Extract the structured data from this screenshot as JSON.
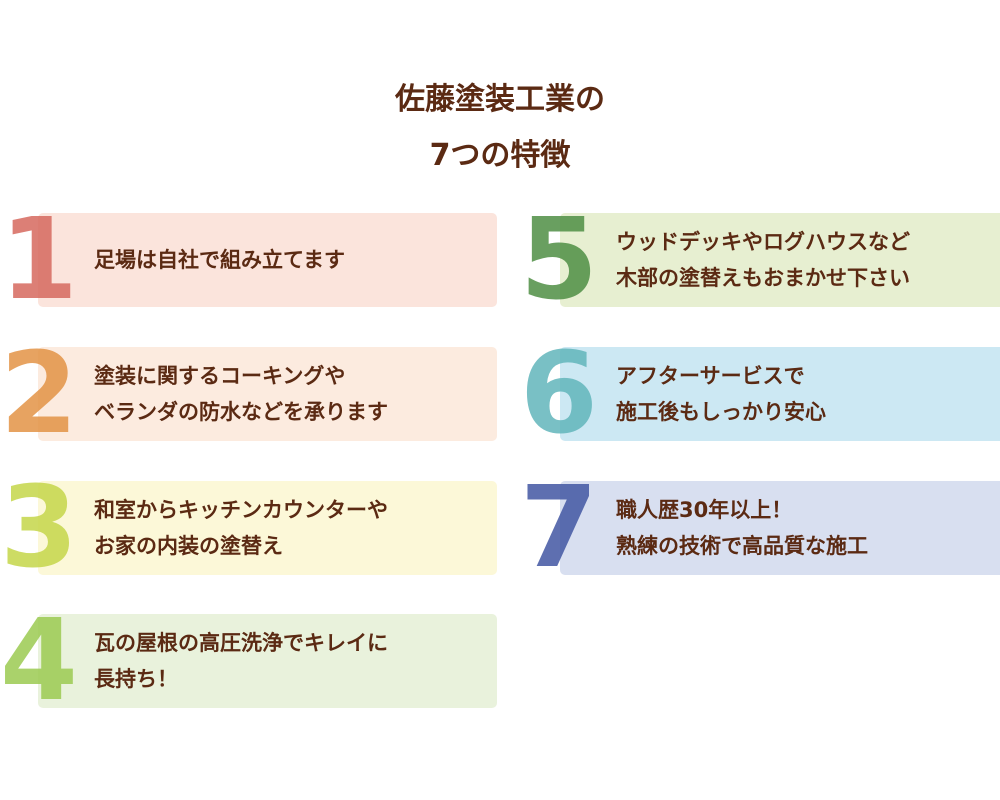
{
  "title": {
    "line1": "佐藤塗装工業の",
    "line2": "7つの特徴"
  },
  "features": [
    {
      "number": "1",
      "lines": [
        "足場は自社で組み立てます"
      ],
      "bg": "#fbe4dc",
      "color": "#d6695f"
    },
    {
      "number": "2",
      "lines": [
        "塗装に関するコーキングや",
        "ベランダの防水などを承ります"
      ],
      "bg": "#fcebdf",
      "color": "#e39346"
    },
    {
      "number": "3",
      "lines": [
        "和室からキッチンカウンターや",
        "お家の内装の塗替え"
      ],
      "bg": "#fcf8d8",
      "color": "#c5d64a"
    },
    {
      "number": "4",
      "lines": [
        "瓦の屋根の高圧洗浄でキレイに",
        "長持ち！"
      ],
      "bg": "#e9f2dc",
      "color": "#9ccb52"
    },
    {
      "number": "5",
      "lines": [
        "ウッドデッキやログハウスなど",
        "木部の塗替えもおまかせ下さい"
      ],
      "bg": "#e7efd1",
      "color": "#4f8f45"
    },
    {
      "number": "6",
      "lines": [
        "アフターサービスで",
        "施工後もしっかり安心"
      ],
      "bg": "#cce8f3",
      "color": "#62b6bb"
    },
    {
      "number": "7",
      "lines": [
        "職人歴30年以上！",
        "熟練の技術で高品質な施工"
      ],
      "bg": "#d8dff0",
      "color": "#4257a3"
    }
  ]
}
